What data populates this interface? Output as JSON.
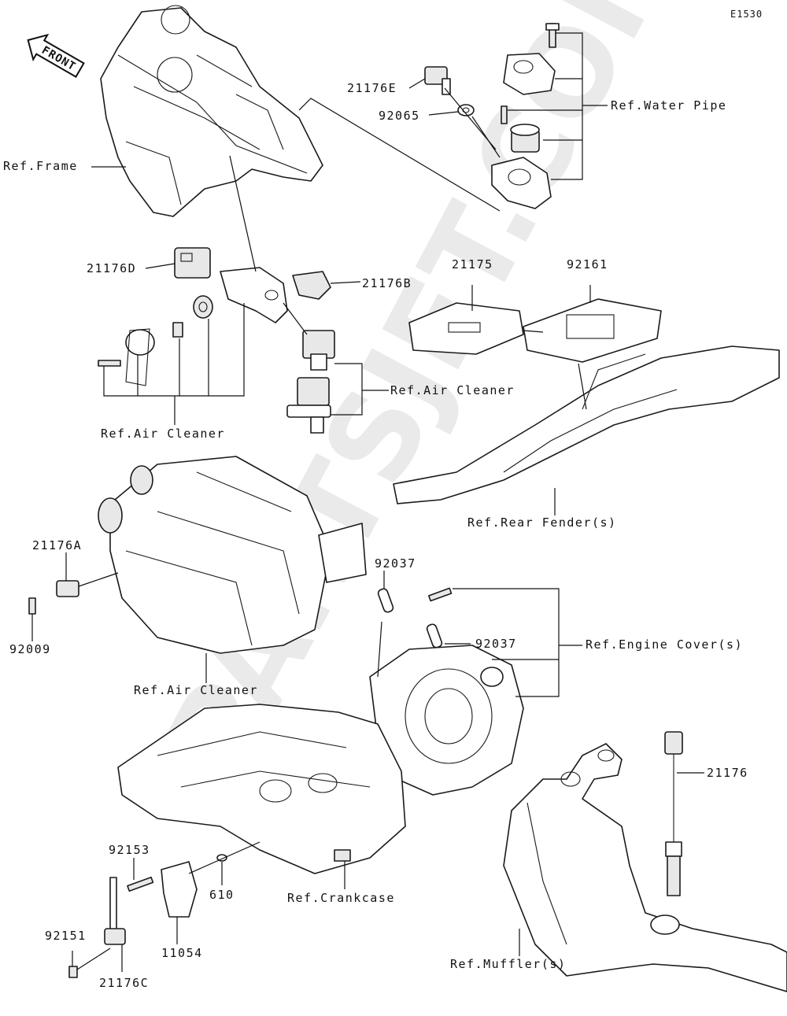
{
  "diagram_code": "E1530",
  "front_arrow_label": "FRONT",
  "watermark": "PARTSJET.COM",
  "callouts": {
    "c21176E": "21176E",
    "c92065": "92065",
    "water_pipe": "Ref.Water Pipe",
    "frame": "Ref.Frame",
    "c21176D": "21176D",
    "c21176B": "21176B",
    "c21175": "21175",
    "c92161": "92161",
    "air_cleaner_1": "Ref.Air Cleaner",
    "air_cleaner_2": "Ref.Air Cleaner",
    "rear_fender": "Ref.Rear Fender(s)",
    "c21176A": "21176A",
    "c92009": "92009",
    "c92037_a": "92037",
    "c92037_b": "92037",
    "engine_cover": "Ref.Engine Cover(s)",
    "air_cleaner_3": "Ref.Air Cleaner",
    "c21176": "21176",
    "c92153": "92153",
    "c610": "610",
    "crankcase": "Ref.Crankcase",
    "c92151": "92151",
    "c11054": "11054",
    "c21176C": "21176C",
    "muffler": "Ref.Muffler(s)"
  }
}
